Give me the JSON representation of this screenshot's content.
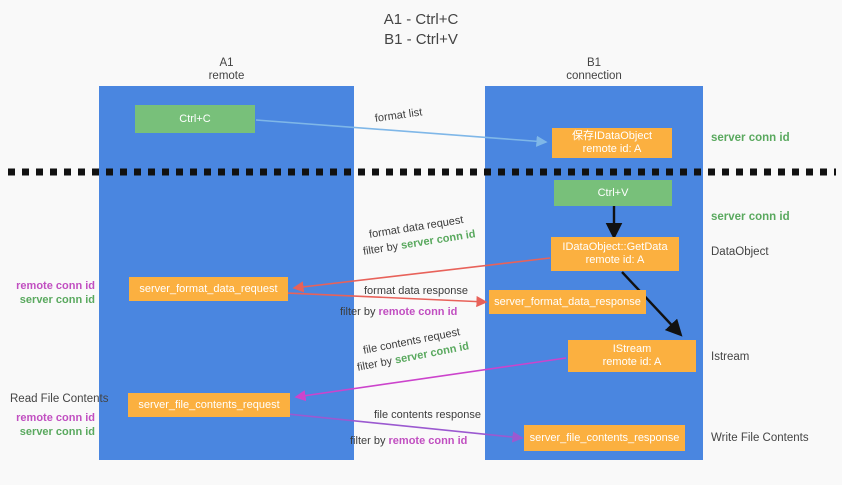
{
  "title": {
    "line1": "A1 - Ctrl+C",
    "line2": "B1 - Ctrl+V"
  },
  "columns": {
    "left": {
      "name": "A1",
      "role": "remote"
    },
    "right": {
      "name": "B1",
      "role": "connection"
    }
  },
  "nodes": {
    "ctrl_c": {
      "label": "Ctrl+C"
    },
    "save_idataobject": {
      "line1": "保存IDataObject",
      "line2": "remote id: A"
    },
    "ctrl_v": {
      "label": "Ctrl+V"
    },
    "getdata": {
      "line1": "IDataObject::GetData",
      "line2": "remote id: A"
    },
    "istream": {
      "line1": "IStream",
      "line2": "remote id: A"
    },
    "server_format_data_request": {
      "label": "server_format_data_request"
    },
    "server_format_data_response": {
      "label": "server_format_data_response"
    },
    "server_file_contents_request": {
      "label": "server_file_contents_request"
    },
    "server_file_contents_response": {
      "label": "server_file_contents_response"
    }
  },
  "edge_labels": {
    "format_list": "format list",
    "format_data_request": "format data request",
    "format_data_request_filter_prefix": "filter by ",
    "format_data_request_filter_value": "server conn id",
    "format_data_response": "format data response",
    "format_data_response_filter_prefix": "filter by ",
    "format_data_response_filter_value": "remote conn id",
    "file_contents_request": "file contents request",
    "file_contents_request_filter_prefix": "filter by ",
    "file_contents_request_filter_value": "server conn id",
    "file_contents_response": "file contents response",
    "file_contents_response_filter_prefix": "filter by ",
    "file_contents_response_filter_value": "remote conn id"
  },
  "annotations": {
    "server_conn_id_top": "server conn id",
    "server_conn_id_mid": "server conn id",
    "dataobject": "DataObject",
    "istream": "Istream",
    "write_file_contents": "Write File Contents",
    "read_file_contents": "Read File Contents",
    "remote_conn_id_1": "remote conn id",
    "server_conn_id_1": "server conn id",
    "remote_conn_id_2": "remote conn id",
    "server_conn_id_2": "server conn id"
  },
  "colors": {
    "column_blue": "#4a86e0",
    "node_green": "#78c07a",
    "node_orange": "#fbb040",
    "green_text": "#5aa95f",
    "purple_text": "#c14fc1",
    "arrow_lightblue": "#7fb7e8",
    "arrow_red": "#e8625a",
    "arrow_magenta": "#cc44cc",
    "arrow_purple": "#9b59d0",
    "arrow_black": "#111111",
    "background": "#f9f9f9"
  }
}
